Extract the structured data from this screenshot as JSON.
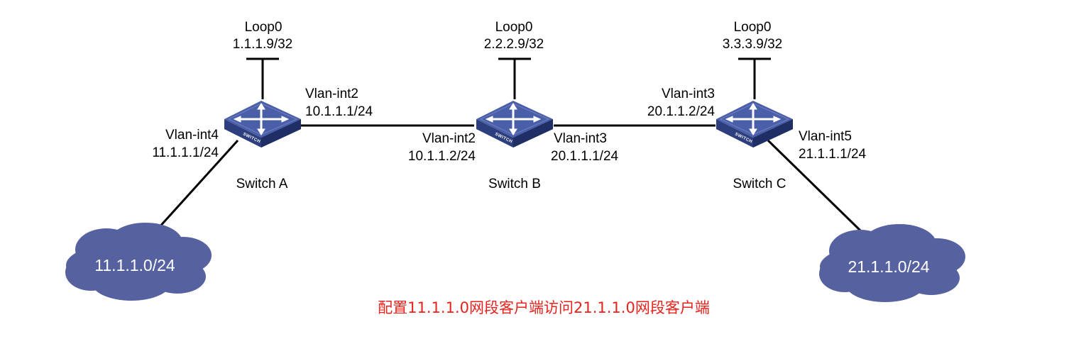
{
  "switches": [
    {
      "name": "Switch A",
      "loop_label": "Loop0",
      "loop_ip": "1.1.1.9/32",
      "icon_text": "SWITCH"
    },
    {
      "name": "Switch B",
      "loop_label": "Loop0",
      "loop_ip": "2.2.2.9/32",
      "icon_text": "SWITCH"
    },
    {
      "name": "Switch C",
      "loop_label": "Loop0",
      "loop_ip": "3.3.3.9/32",
      "icon_text": "SWITCH"
    }
  ],
  "interfaces": {
    "a_vlan4": {
      "name": "Vlan-int4",
      "ip": "11.1.1.1/24"
    },
    "a_vlan2": {
      "name": "Vlan-int2",
      "ip": "10.1.1.1/24"
    },
    "b_vlan2": {
      "name": "Vlan-int2",
      "ip": "10.1.1.2/24"
    },
    "b_vlan3": {
      "name": "Vlan-int3",
      "ip": "20.1.1.1/24"
    },
    "c_vlan3": {
      "name": "Vlan-int3",
      "ip": "20.1.1.2/24"
    },
    "c_vlan5": {
      "name": "Vlan-int5",
      "ip": "21.1.1.1/24"
    }
  },
  "clouds": [
    {
      "label": "11.1.1.0/24"
    },
    {
      "label": "21.1.1.0/24"
    }
  ],
  "caption": "配置11.1.1.0网段客户端访问21.1.1.0网段客户端",
  "colors": {
    "switch_top": "#4a5fa8",
    "switch_side": "#2c3e7e",
    "cloud": "#56619f",
    "caption": "#e8231e",
    "line": "#000000"
  }
}
